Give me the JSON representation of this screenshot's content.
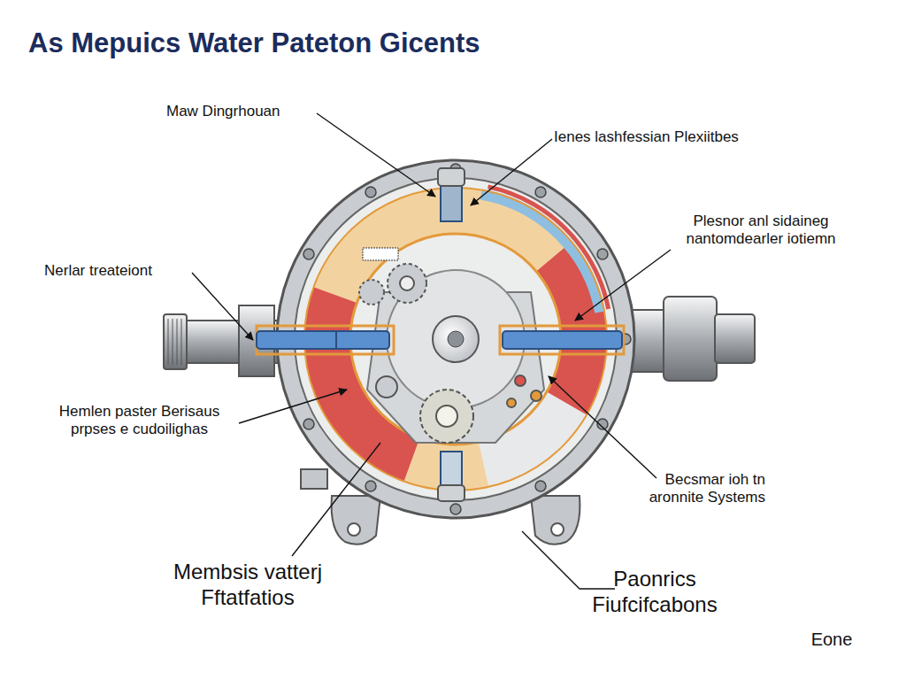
{
  "diagram": {
    "title": "As Mepuics Water Pateton Gicents",
    "labels": [
      "Maw Dingrhouan",
      "Ienes lashfessian Plexiitbes",
      "Plesnor anl sidaineg nantomdearler iotiemn",
      "Nerlar treateiont",
      "Hemlen paster Berisaus prpses e cudoilighas",
      "Becsmar ioh tn aronnite Systems",
      "Membsis vatterj Fftatfatios",
      "Paonrics Fiufcifcabons",
      "Eone"
    ]
  }
}
